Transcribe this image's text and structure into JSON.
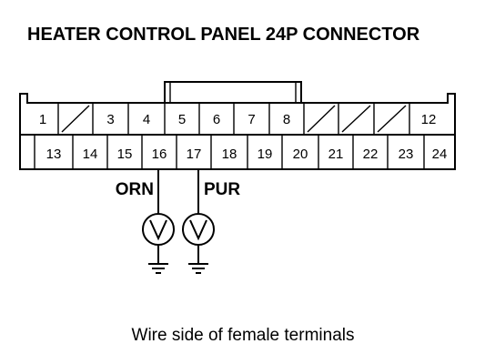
{
  "title": "HEATER CONTROL PANEL 24P CONNECTOR",
  "top_row": [
    {
      "label": "1",
      "empty": false
    },
    {
      "label": "",
      "empty": true
    },
    {
      "label": "3",
      "empty": false
    },
    {
      "label": "4",
      "empty": false
    },
    {
      "label": "5",
      "empty": false
    },
    {
      "label": "6",
      "empty": false
    },
    {
      "label": "7",
      "empty": false
    },
    {
      "label": "8",
      "empty": false
    },
    {
      "label": "",
      "empty": true
    },
    {
      "label": "",
      "empty": true
    },
    {
      "label": "",
      "empty": true
    },
    {
      "label": "12",
      "empty": false
    }
  ],
  "bottom_row": [
    "13",
    "14",
    "15",
    "16",
    "17",
    "18",
    "19",
    "20",
    "21",
    "22",
    "23",
    "24"
  ],
  "probes": [
    {
      "pin": "16",
      "wire_color": "ORN"
    },
    {
      "pin": "17",
      "wire_color": "PUR"
    }
  ],
  "voltmeter_symbol": "V",
  "caption": "Wire side of female terminals"
}
